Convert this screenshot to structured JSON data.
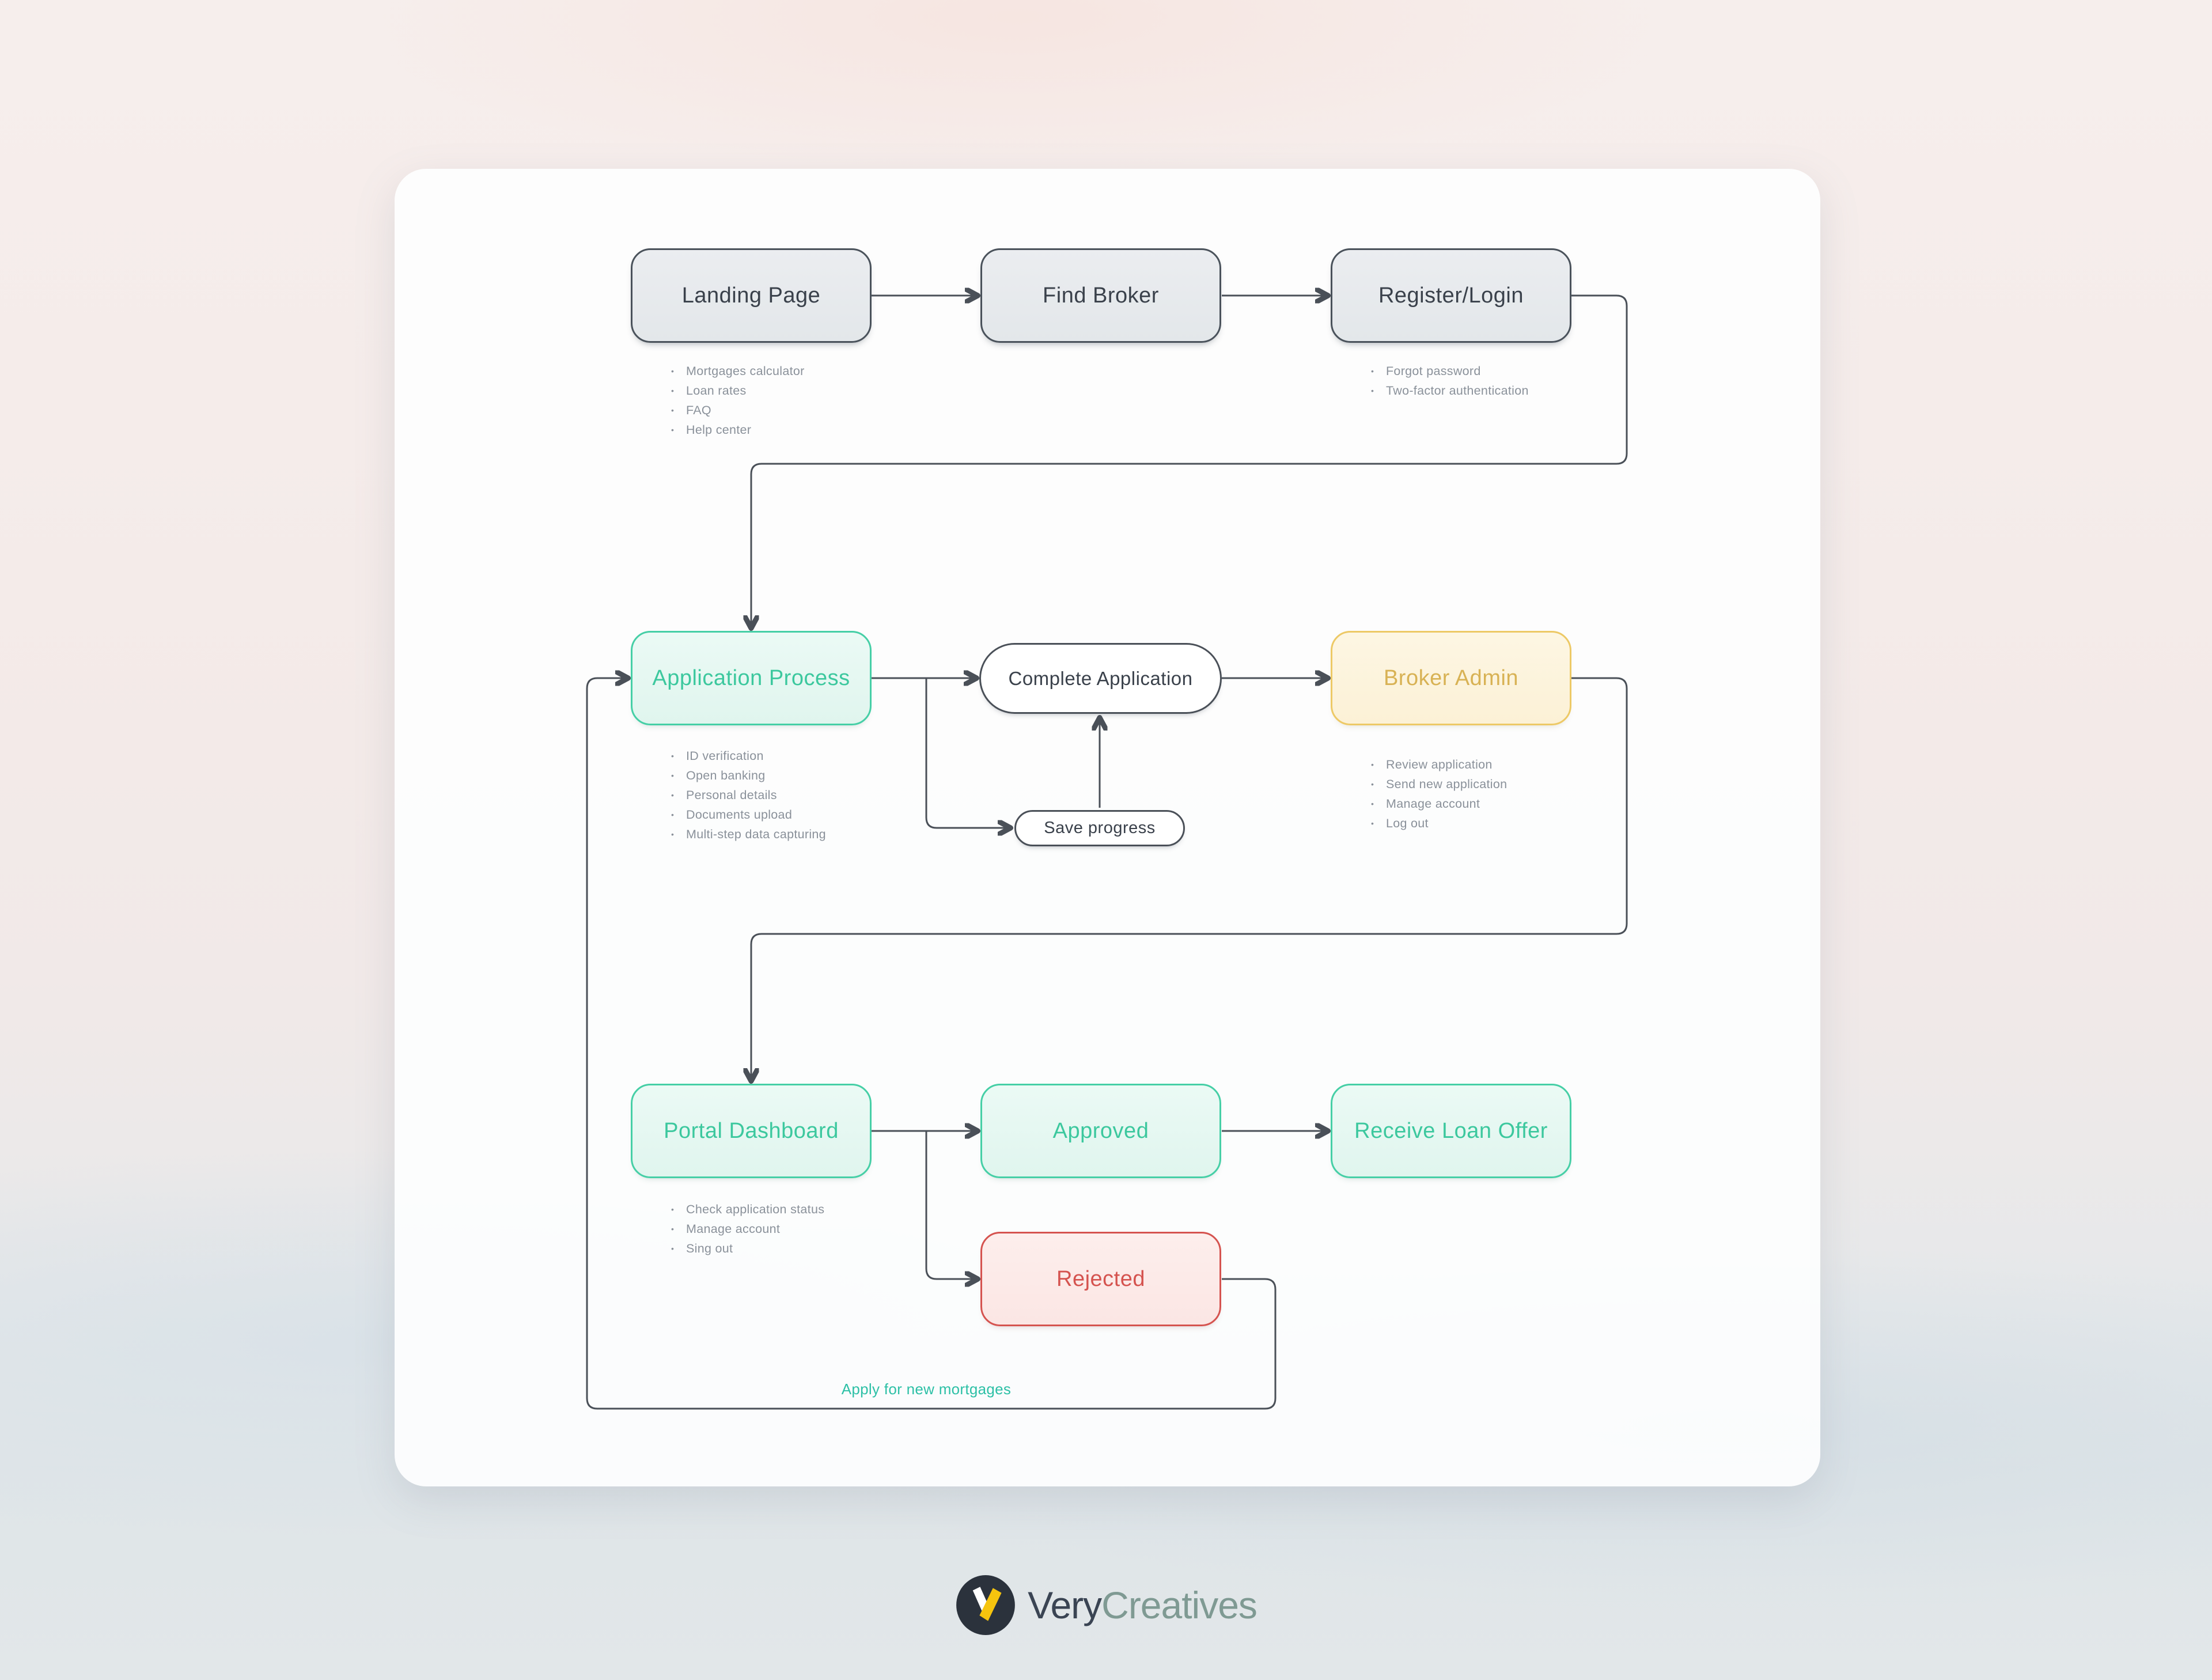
{
  "nodes": {
    "landing": {
      "title": "Landing Page"
    },
    "find_broker": {
      "title": "Find Broker"
    },
    "register": {
      "title": "Register/Login"
    },
    "application": {
      "title": "Application Process"
    },
    "complete": {
      "title": "Complete Application"
    },
    "broker_admin": {
      "title": "Broker Admin"
    },
    "save": {
      "title": "Save progress"
    },
    "portal": {
      "title": "Portal Dashboard"
    },
    "approved": {
      "title": "Approved"
    },
    "receive": {
      "title": "Receive Loan Offer"
    },
    "rejected": {
      "title": "Rejected"
    }
  },
  "lists": {
    "landing": [
      "Mortgages calculator",
      "Loan rates",
      "FAQ",
      "Help center"
    ],
    "register": [
      "Forgot password",
      "Two-factor authentication"
    ],
    "application": [
      "ID verification",
      "Open banking",
      "Personal details",
      "Documents upload",
      "Multi-step data capturing"
    ],
    "broker_admin": [
      "Review application",
      "Send new application",
      "Manage account",
      "Log out"
    ],
    "portal": [
      "Check application status",
      "Manage account",
      "Sing out"
    ]
  },
  "edge_label": "Apply for new mortgages",
  "edges": [
    {
      "from": "Landing Page",
      "to": "Find Broker"
    },
    {
      "from": "Find Broker",
      "to": "Register/Login"
    },
    {
      "from": "Register/Login",
      "to": "Application Process"
    },
    {
      "from": "Application Process",
      "to": "Complete Application"
    },
    {
      "from": "Application Process",
      "to": "Save progress"
    },
    {
      "from": "Save progress",
      "to": "Complete Application"
    },
    {
      "from": "Complete Application",
      "to": "Broker Admin"
    },
    {
      "from": "Broker Admin",
      "to": "Portal Dashboard"
    },
    {
      "from": "Portal Dashboard",
      "to": "Approved"
    },
    {
      "from": "Portal Dashboard",
      "to": "Rejected"
    },
    {
      "from": "Approved",
      "to": "Receive Loan Offer"
    },
    {
      "from": "Rejected",
      "to": "Application Process",
      "label": "Apply for new mortgages"
    }
  ],
  "brand": {
    "prefix": "Very",
    "suffix": "Creatives"
  },
  "colors": {
    "teal-border": "#46cfa6",
    "teal-text": "#3cc89e",
    "teal-fill": "#e0f5ee",
    "yellow-border": "#edc966",
    "yellow-text": "#d8b254",
    "yellow-fill": "#fcf1d6",
    "red": "#d5534f",
    "red-fill": "#fbe6e4",
    "gray-fill": "#e3e7ea",
    "node-border": "#4a525b",
    "node-text": "#3a414b",
    "line": "#4a5058",
    "bullet": "#8a919a",
    "label": "#2dc0a6",
    "brand-dark": "#3a4453",
    "brand-sage": "#7f9a93",
    "logo-bg": "#2b323c",
    "logo-yellow": "#f6c40e",
    "logo-white": "#ffffff"
  }
}
